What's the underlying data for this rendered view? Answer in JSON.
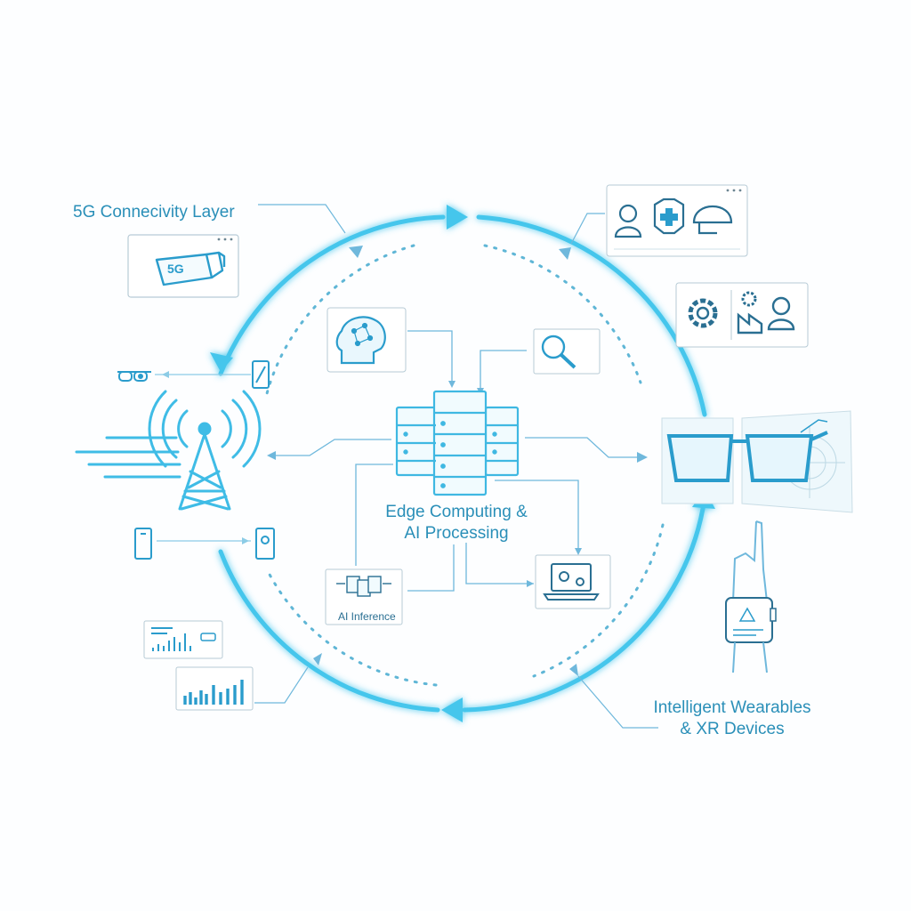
{
  "labels": {
    "connectivity": "5G Connecivity Layer",
    "badge_5g": "5G",
    "edge_line1": "Edge Computing &",
    "edge_line2": "AI Processing",
    "ai_inference": "AI Inference",
    "wearables_line1": "Intelligent Wearables",
    "wearables_line2": "& XR Devices"
  },
  "colors": {
    "primary": "#45c6ec",
    "stroke": "#2a9ccc",
    "text": "#2a8fb8",
    "panel_border": "#b7cbd6"
  },
  "icons": [
    "vr-headset-icon",
    "smart-glasses-icon",
    "cell-tower-icon",
    "smartphone-icon",
    "brain-ai-icon",
    "magnifier-icon",
    "server-rack-icon",
    "laptop-gears-icon",
    "document-flow-icon",
    "user-icon",
    "medical-cross-icon",
    "helmet-icon",
    "gear-icon",
    "factory-icon",
    "ar-glasses-icon",
    "smartwatch-icon",
    "hand-pointer-icon",
    "bar-chart-icon"
  ]
}
